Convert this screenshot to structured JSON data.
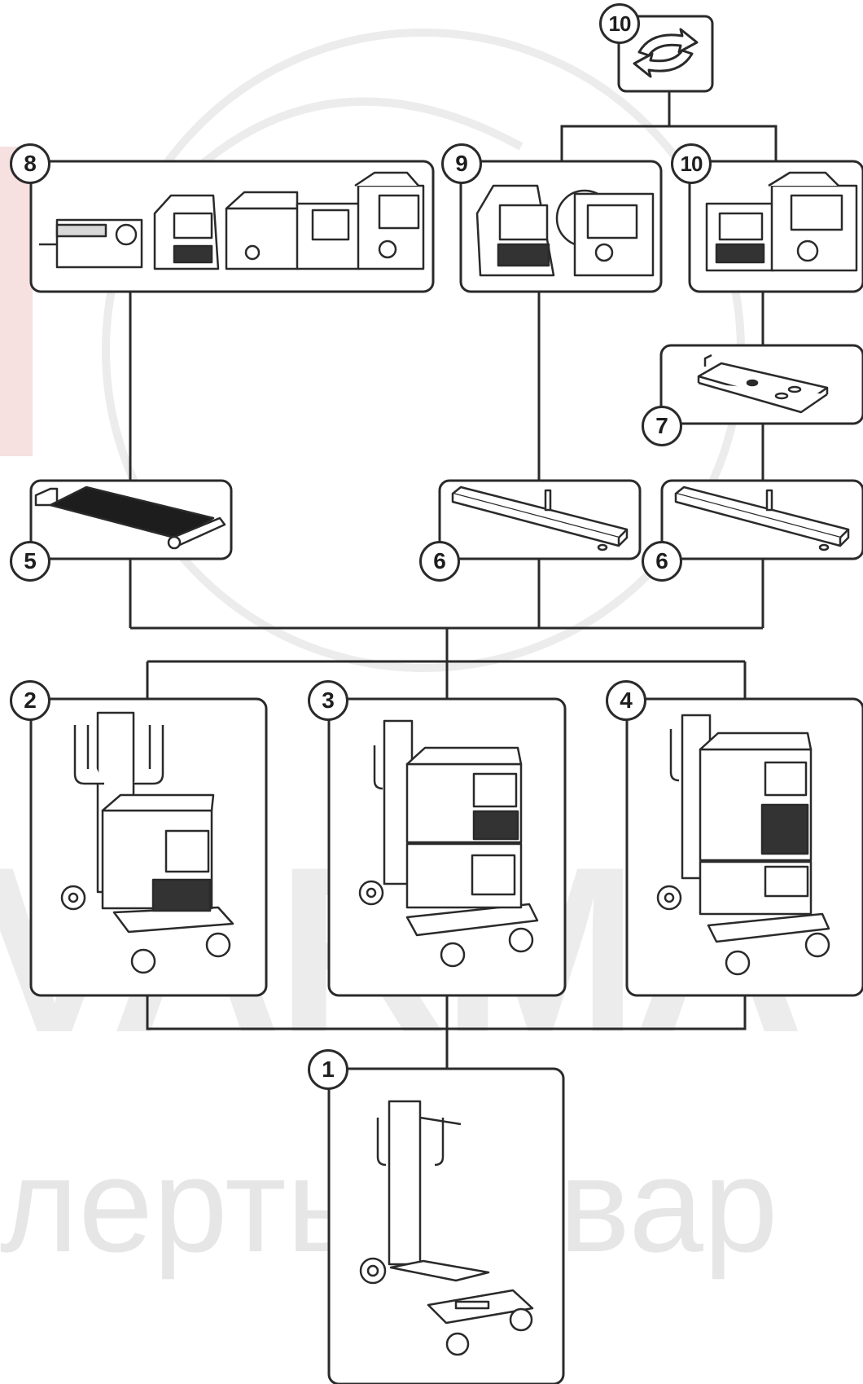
{
  "watermark": {
    "brand": "VARMA",
    "tagline": "лертыв свар"
  },
  "badges": {
    "n1": "1",
    "n2": "2",
    "n3": "3",
    "n4": "4",
    "n5": "5",
    "n6a": "6",
    "n6b": "6",
    "n7": "7",
    "n8": "8",
    "n9": "9",
    "n10a": "10",
    "n10b": "10"
  },
  "colors": {
    "line": "#2a2a2a",
    "watermark": "#e8e8e8",
    "watermark_red": "#f3d6d6"
  }
}
